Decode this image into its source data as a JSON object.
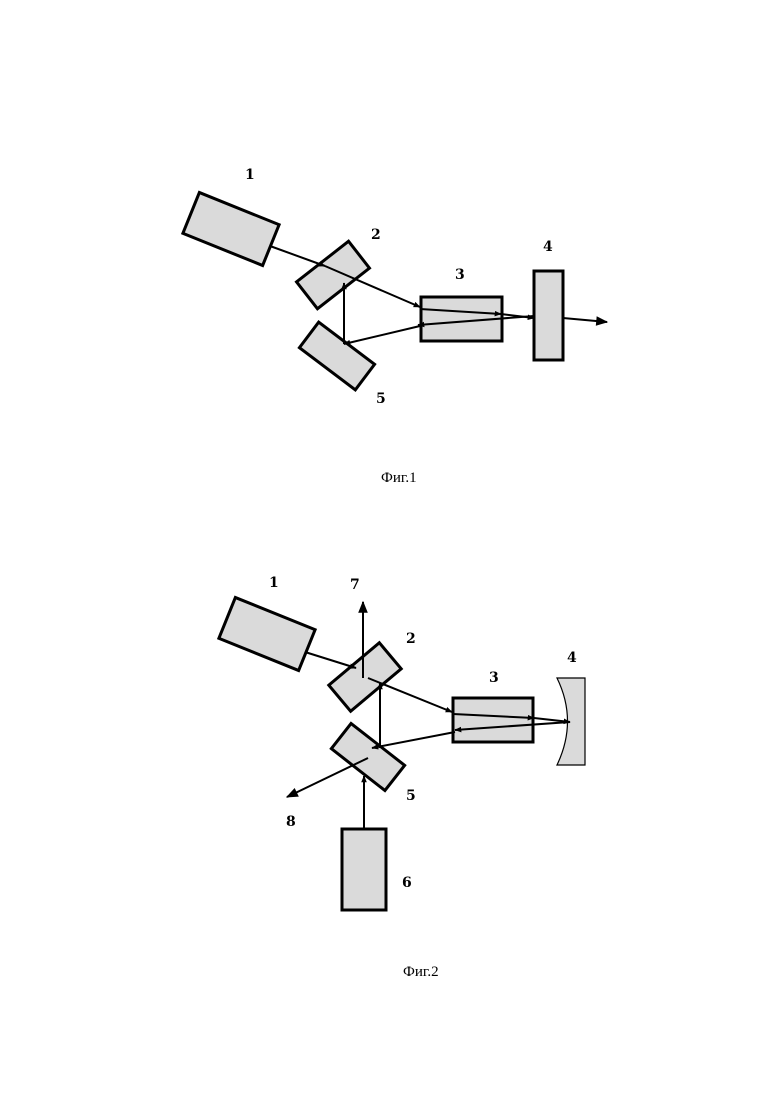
{
  "figures": [
    {
      "caption": "Фиг.1",
      "labels": {
        "n1": "1",
        "n2": "2",
        "n3": "3",
        "n4": "4",
        "n5": "5"
      }
    },
    {
      "caption": "Фиг.2",
      "labels": {
        "n1": "1",
        "n2": "2",
        "n3": "3",
        "n4": "4",
        "n5": "5",
        "n6": "6",
        "n7": "7",
        "n8": "8"
      }
    }
  ]
}
